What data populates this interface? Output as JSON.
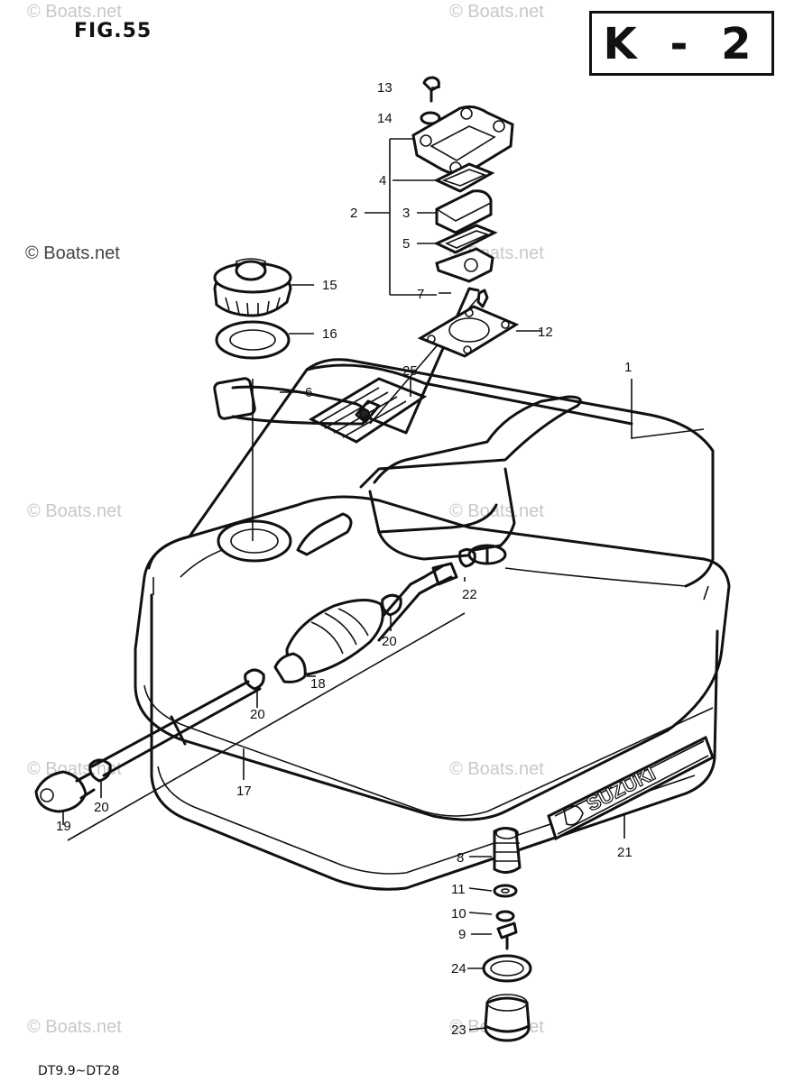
{
  "figure_title": "FIG.55",
  "section_code": "K - 2",
  "model_range": "DT9.9~DT28",
  "watermark": "© Boats.net",
  "tank_logo_text": "SUZUKI",
  "callouts": [
    {
      "id": "c1",
      "text": "1"
    },
    {
      "id": "c2",
      "text": "2"
    },
    {
      "id": "c3",
      "text": "3"
    },
    {
      "id": "c4",
      "text": "4"
    },
    {
      "id": "c5",
      "text": "5"
    },
    {
      "id": "c6",
      "text": "6"
    },
    {
      "id": "c7",
      "text": "7"
    },
    {
      "id": "c8",
      "text": "8"
    },
    {
      "id": "c9",
      "text": "9"
    },
    {
      "id": "c10",
      "text": "10"
    },
    {
      "id": "c11",
      "text": "11"
    },
    {
      "id": "c12",
      "text": "12"
    },
    {
      "id": "c13",
      "text": "13"
    },
    {
      "id": "c14",
      "text": "14"
    },
    {
      "id": "c15",
      "text": "15"
    },
    {
      "id": "c16",
      "text": "16"
    },
    {
      "id": "c17",
      "text": "17"
    },
    {
      "id": "c18",
      "text": "18"
    },
    {
      "id": "c19",
      "text": "19"
    },
    {
      "id": "c20a",
      "text": "20"
    },
    {
      "id": "c20b",
      "text": "20"
    },
    {
      "id": "c20c",
      "text": "20"
    },
    {
      "id": "c21",
      "text": "21"
    },
    {
      "id": "c22",
      "text": "22"
    },
    {
      "id": "c23",
      "text": "23"
    },
    {
      "id": "c24",
      "text": "24"
    },
    {
      "id": "c25",
      "text": "25"
    }
  ]
}
